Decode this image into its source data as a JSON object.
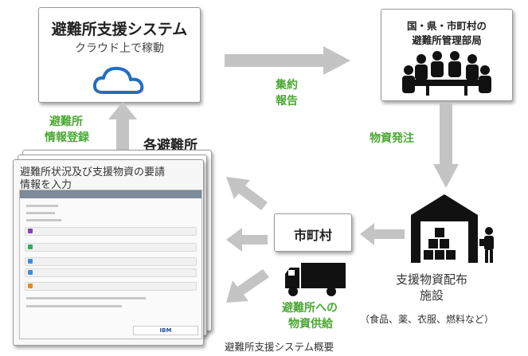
{
  "system_box": {
    "title": "避難所支援システム",
    "subtitle": "クラウド上で稼動"
  },
  "govt_box": {
    "title_line1": "国・県・市町村の",
    "title_line2": "避難所管理部局"
  },
  "arrow_labels": {
    "collect_line1": "集約",
    "collect_line2": "報告",
    "register_line1": "避難所",
    "register_line2": "情報登録",
    "order": "物資発注",
    "supply_line1": "避難所への",
    "supply_line2": "物資供給"
  },
  "shelters": {
    "heading": "各避難所",
    "input_line1": "避難所状況及び支援物資の要請",
    "input_line2": "情報を入力",
    "brand": "IBM"
  },
  "municipality": {
    "label": "市町村"
  },
  "facility": {
    "name_line1": "支援物資配布",
    "name_line2": "施設",
    "items": "（食品、薬、衣服、燃料など）"
  },
  "caption": "避難所支援システム概要",
  "colors": {
    "green": "#4aa832",
    "arrow": "#c4c4c4",
    "cloud": "#1f6fc2"
  }
}
